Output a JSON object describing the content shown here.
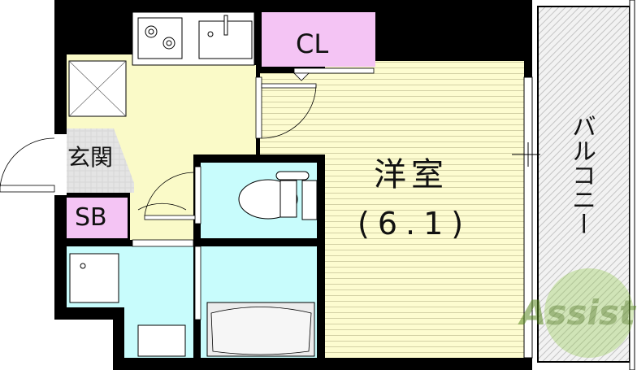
{
  "rooms": {
    "western_room": {
      "label": "洋室",
      "size": "(6.1)"
    },
    "closet": {
      "label": "CL"
    },
    "shoe_box": {
      "label": "SB"
    },
    "entrance": {
      "label": "玄関"
    },
    "balcony": {
      "label": "バルコニー"
    }
  },
  "watermark": {
    "text": "Assist"
  },
  "colors": {
    "wall": "#000000",
    "western_room": "#fdfcd0",
    "kitchen": "#fafac8",
    "closet": "#f4c4f4",
    "wet_area": "#c8fcfc",
    "balcony": "#d8d8d8",
    "logo": "#8cc63f"
  }
}
